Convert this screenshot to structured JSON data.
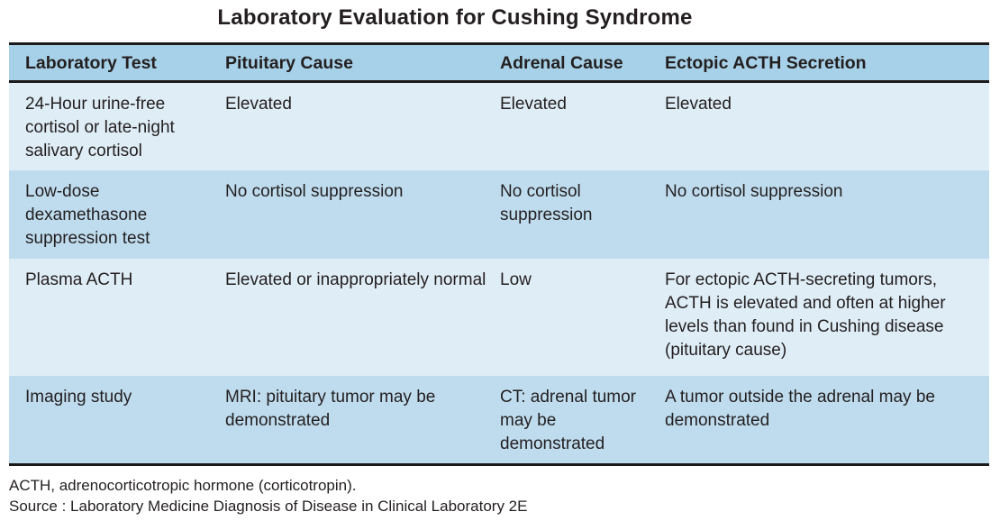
{
  "title": "Laboratory Evaluation for Cushing Syndrome",
  "colors": {
    "header_bg": "#a7d1e8",
    "row_light": "#dfedf6",
    "row_medium": "#bfdcee",
    "border": "#1a1a1a",
    "text": "#231f20"
  },
  "table": {
    "headers": [
      "Laboratory Test",
      "Pituitary Cause",
      "Adrenal Cause",
      "Ectopic ACTH Secretion"
    ],
    "rows": [
      {
        "cells": [
          "24-Hour urine-free cortisol or late-night salivary cortisol",
          "Elevated",
          "Elevated",
          "Elevated"
        ]
      },
      {
        "cells": [
          "Low-dose dexamethasone suppression test",
          "No cortisol suppression",
          "No cortisol suppression",
          "No cortisol suppression"
        ]
      },
      {
        "cells": [
          "Plasma ACTH",
          "Elevated or inappropriately normal",
          "Low",
          "For ectopic ACTH-secreting tumors, ACTH is elevated and often at higher levels than found in Cushing disease (pituitary cause)"
        ]
      },
      {
        "cells": [
          "Imaging study",
          "MRI: pituitary tumor may be demonstrated",
          "CT: adrenal tumor may be demonstrated",
          "A tumor outside the adrenal may be demonstrated"
        ]
      }
    ]
  },
  "footnotes": {
    "abbreviation": "ACTH, adrenocorticotropic hormone (corticotropin).",
    "source": "Source : Laboratory Medicine Diagnosis of Disease in Clinical Laboratory 2E"
  }
}
